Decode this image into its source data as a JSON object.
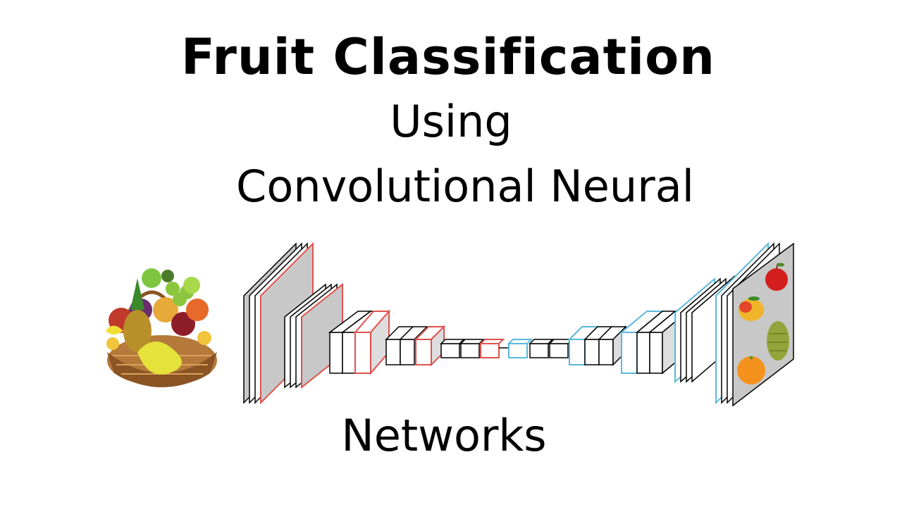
{
  "title": {
    "line1": "Fruit Classification",
    "line2": "Using",
    "line3": "Convolutional Neural",
    "line4": "Networks"
  },
  "colors": {
    "encoder_accent": "#e0524e",
    "decoder_accent": "#5ab8dc",
    "block_face": "#ffffff",
    "block_side": "#d0d0d0",
    "output_face": "#c8c8c8"
  },
  "icons": {
    "input": "fruit-basket-icon",
    "outputs": [
      "apple-icon",
      "mango-icon",
      "jackfruit-icon",
      "orange-icon"
    ]
  }
}
